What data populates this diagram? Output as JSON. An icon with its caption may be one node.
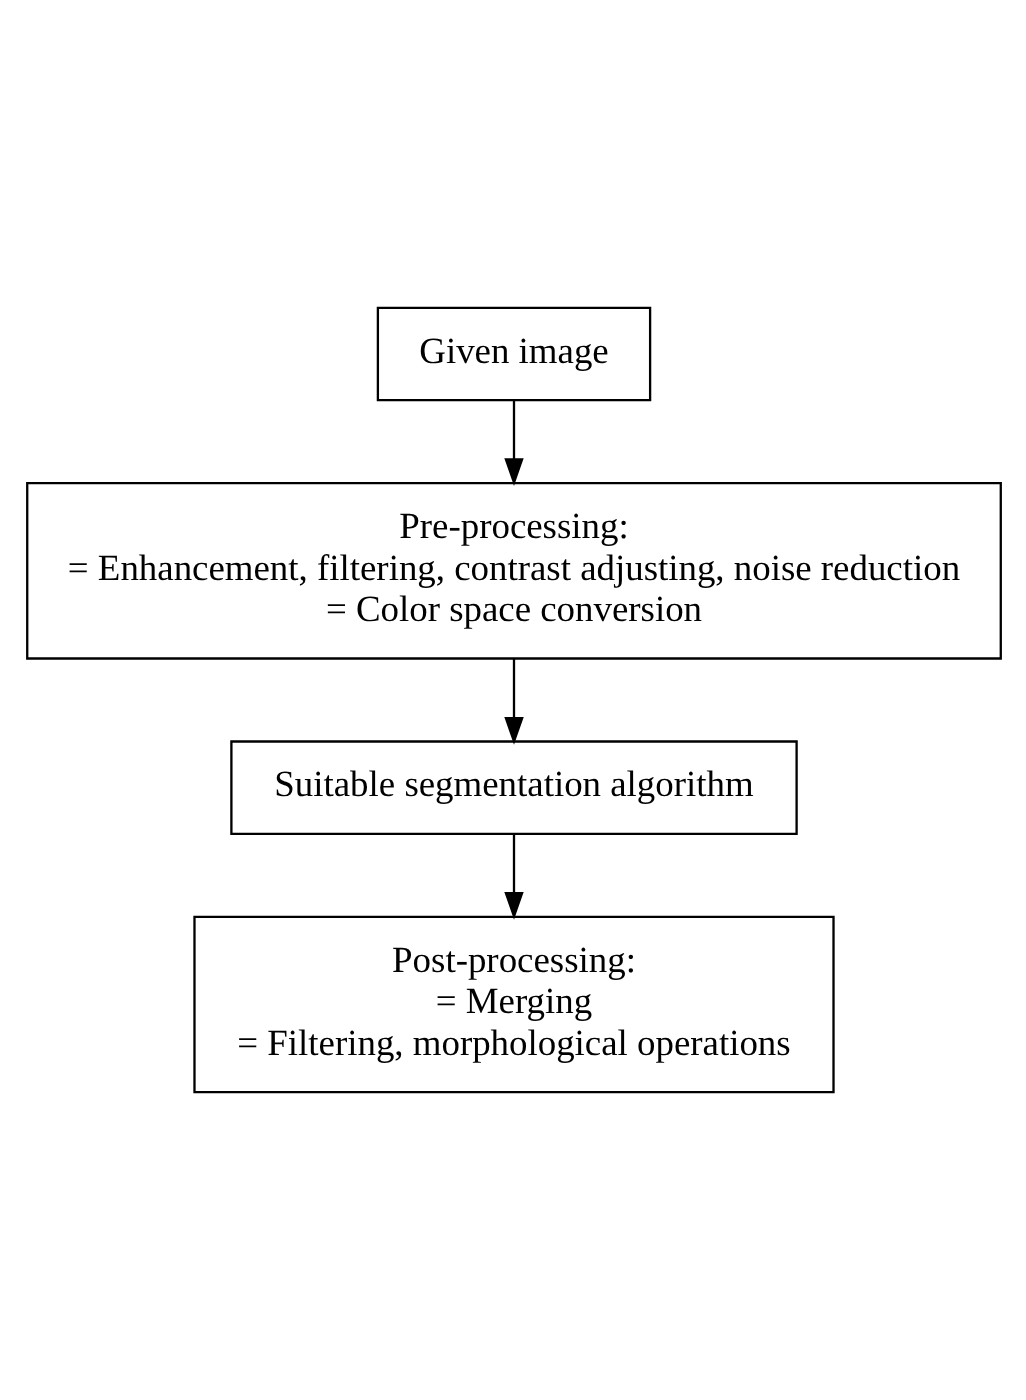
{
  "diagram": {
    "nodes": [
      {
        "text": [
          "Given image"
        ]
      },
      {
        "text": [
          "Pre-processing:",
          "= Enhancement, filtering, contrast adjusting, noise reduction",
          "= Color space conversion"
        ]
      },
      {
        "text": [
          "Suitable segmentation algorithm"
        ]
      },
      {
        "text": [
          "Post-processing:",
          "= Merging",
          "= Filtering, morphological operations"
        ]
      }
    ],
    "edges": [
      {
        "from": 0,
        "to": 1,
        "arrow": "to"
      },
      {
        "from": 1,
        "to": 2,
        "arrow": "to"
      },
      {
        "from": 2,
        "to": 3,
        "arrow": "to"
      }
    ]
  }
}
